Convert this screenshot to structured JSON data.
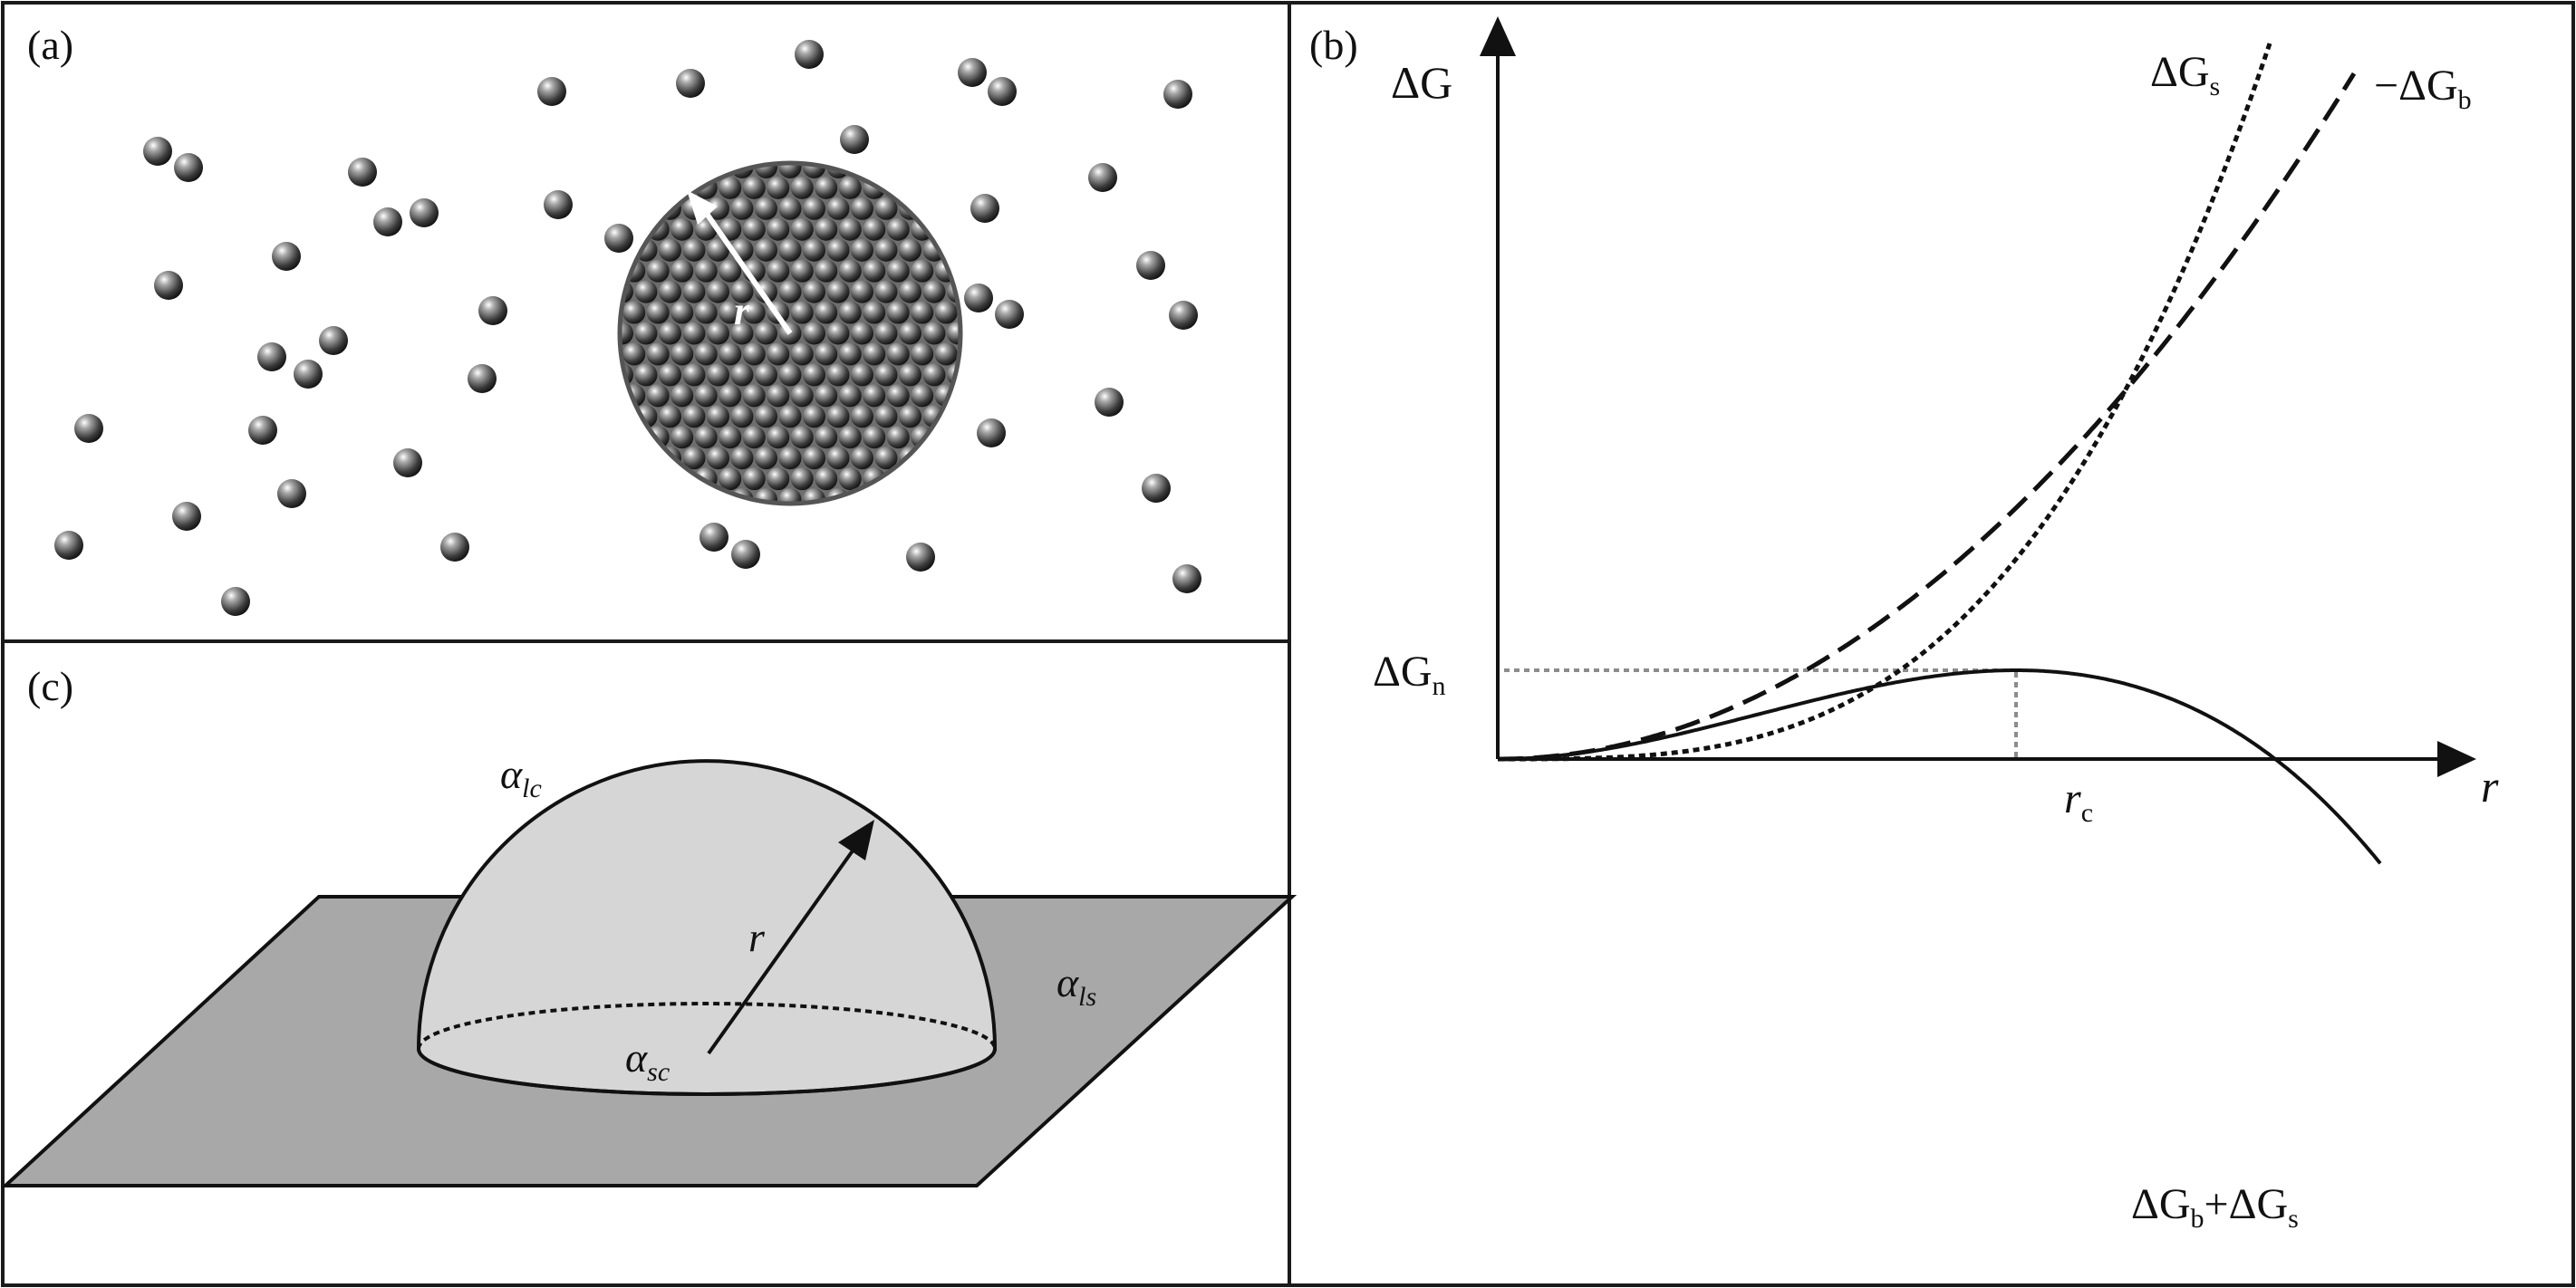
{
  "panels": {
    "a": {
      "label": "(a)",
      "radius_label": "r"
    },
    "b": {
      "label": "(b)",
      "y_axis": "ΔG",
      "x_axis": "r",
      "barrier": {
        "main": "ΔG",
        "sub": "n"
      },
      "critical_radius": {
        "main": "r",
        "sub": "c"
      },
      "curves": {
        "surface": {
          "main": "ΔG",
          "sub": "s"
        },
        "bulk": {
          "main": "−ΔG",
          "sub": "b"
        },
        "total": {
          "main1": "ΔG",
          "sub1": "b",
          "plus": "+",
          "main2": "ΔG",
          "sub2": "s"
        }
      }
    },
    "c": {
      "label": "(c)",
      "radius_label": "r",
      "alpha_lc": {
        "main": "α",
        "sub": "lc"
      },
      "alpha_ls": {
        "main": "α",
        "sub": "ls"
      },
      "alpha_sc": {
        "main": "α",
        "sub": "sc"
      }
    }
  },
  "colors": {
    "frame": "#1a1a1a",
    "substrate": "#a8a8a8",
    "cap": "#d6d6d6",
    "cluster": "#6e6e6e",
    "guide": "#8c8c8c"
  }
}
